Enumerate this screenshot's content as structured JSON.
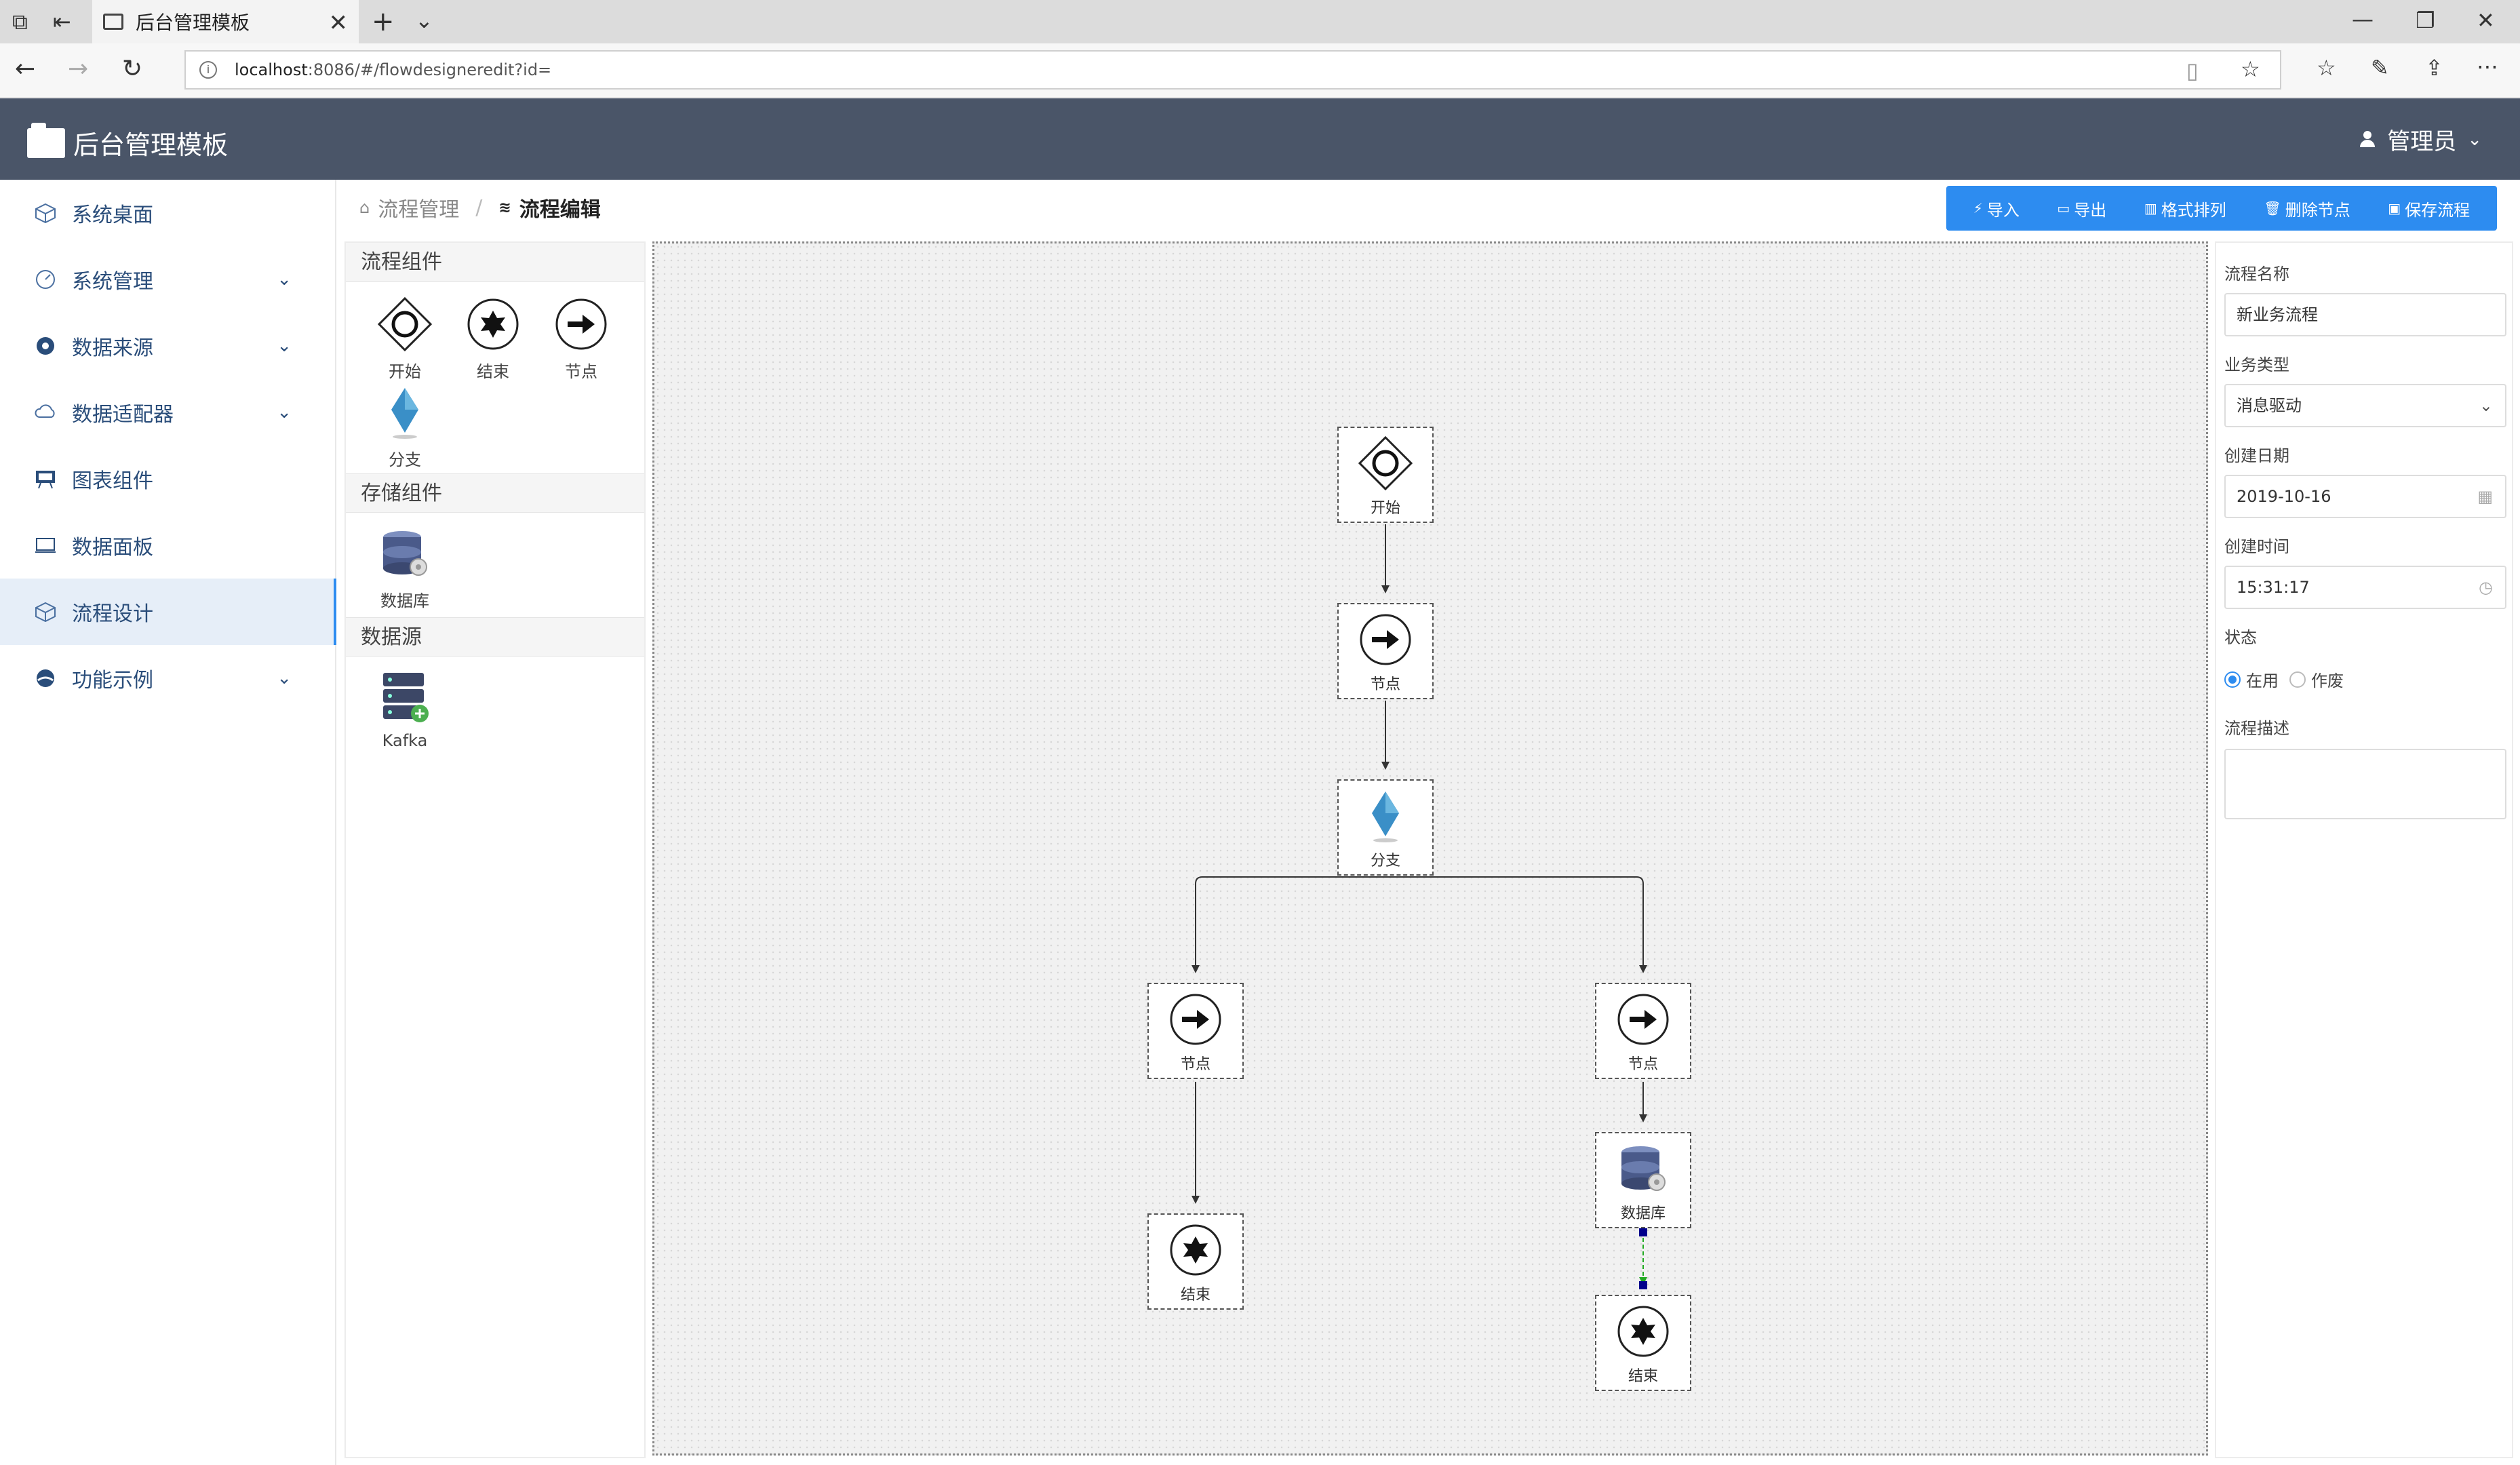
{
  "browser": {
    "tab_title": "后台管理模板",
    "url_host": "localhost",
    "url_rest": ":8086/#/flowdesigneredit?id="
  },
  "header": {
    "title": "后台管理模板",
    "user": "管理员"
  },
  "sidebar": {
    "items": [
      {
        "label": "系统桌面",
        "icon": "cube-icon",
        "expandable": false
      },
      {
        "label": "系统管理",
        "icon": "gauge-icon",
        "expandable": true
      },
      {
        "label": "数据来源",
        "icon": "source-icon",
        "expandable": true
      },
      {
        "label": "数据适配器",
        "icon": "cloud-icon",
        "expandable": true
      },
      {
        "label": "图表组件",
        "icon": "chart-board-icon",
        "expandable": false
      },
      {
        "label": "数据面板",
        "icon": "monitor-icon",
        "expandable": false
      },
      {
        "label": "流程设计",
        "icon": "cube-icon",
        "expandable": false,
        "active": true
      },
      {
        "label": "功能示例",
        "icon": "globe-icon",
        "expandable": true
      }
    ]
  },
  "breadcrumb": {
    "parent": "流程管理",
    "current": "流程编辑"
  },
  "toolbar": {
    "import": "导入",
    "export": "导出",
    "format": "格式排列",
    "delete_node": "删除节点",
    "save": "保存流程"
  },
  "palette": {
    "flow_section": "流程组件",
    "storage_section": "存储组件",
    "source_section": "数据源",
    "flow_items": [
      "开始",
      "结束",
      "节点",
      "分支"
    ],
    "storage_items": [
      "数据库"
    ],
    "source_items": [
      "Kafka"
    ]
  },
  "canvas": {
    "nodes": {
      "start": "开始",
      "node1": "节点",
      "branch": "分支",
      "node_left": "节点",
      "node_right": "节点",
      "end_left": "结束",
      "db": "数据库",
      "end_right": "结束"
    }
  },
  "form": {
    "name_label": "流程名称",
    "name_value": "新业务流程",
    "type_label": "业务类型",
    "type_value": "消息驱动",
    "date_label": "创建日期",
    "date_value": "2019-10-16",
    "time_label": "创建时间",
    "time_value": "15:31:17",
    "status_label": "状态",
    "status_on": "在用",
    "status_off": "作废",
    "status_selected": "在用",
    "desc_label": "流程描述"
  },
  "colors": {
    "accent": "#2d8cf0",
    "header": "#4a5568",
    "sidebar_text": "#2a4d7a"
  }
}
